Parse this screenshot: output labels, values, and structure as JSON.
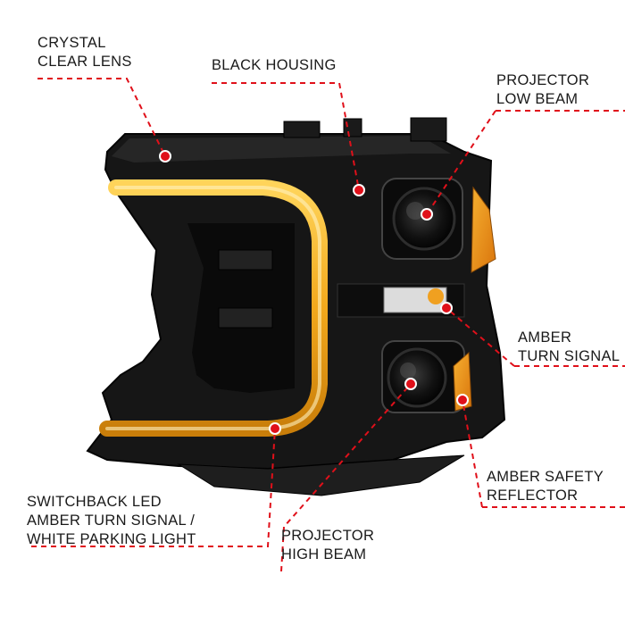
{
  "callouts": {
    "crystal_lens": {
      "line1": "CRYSTAL",
      "line2": "CLEAR LENS"
    },
    "black_housing": {
      "line1": "BLACK HOUSING"
    },
    "projector_low": {
      "line1": "PROJECTOR",
      "line2": "LOW BEAM"
    },
    "amber_turn": {
      "line1": "AMBER",
      "line2": "TURN SIGNAL"
    },
    "amber_reflector": {
      "line1": "AMBER SAFETY",
      "line2": "REFLECTOR"
    },
    "switchback": {
      "line1": "SWITCHBACK LED",
      "line2": "AMBER TURN SIGNAL /",
      "line3": "WHITE PARKING LIGHT"
    },
    "projector_high": {
      "line1": "PROJECTOR",
      "line2": "HIGH BEAM"
    }
  },
  "colors": {
    "callout_red": "#e0101a",
    "led_amber": "#f2a81c",
    "housing_black": "#141414",
    "reflector_amber": "#e88a12"
  }
}
